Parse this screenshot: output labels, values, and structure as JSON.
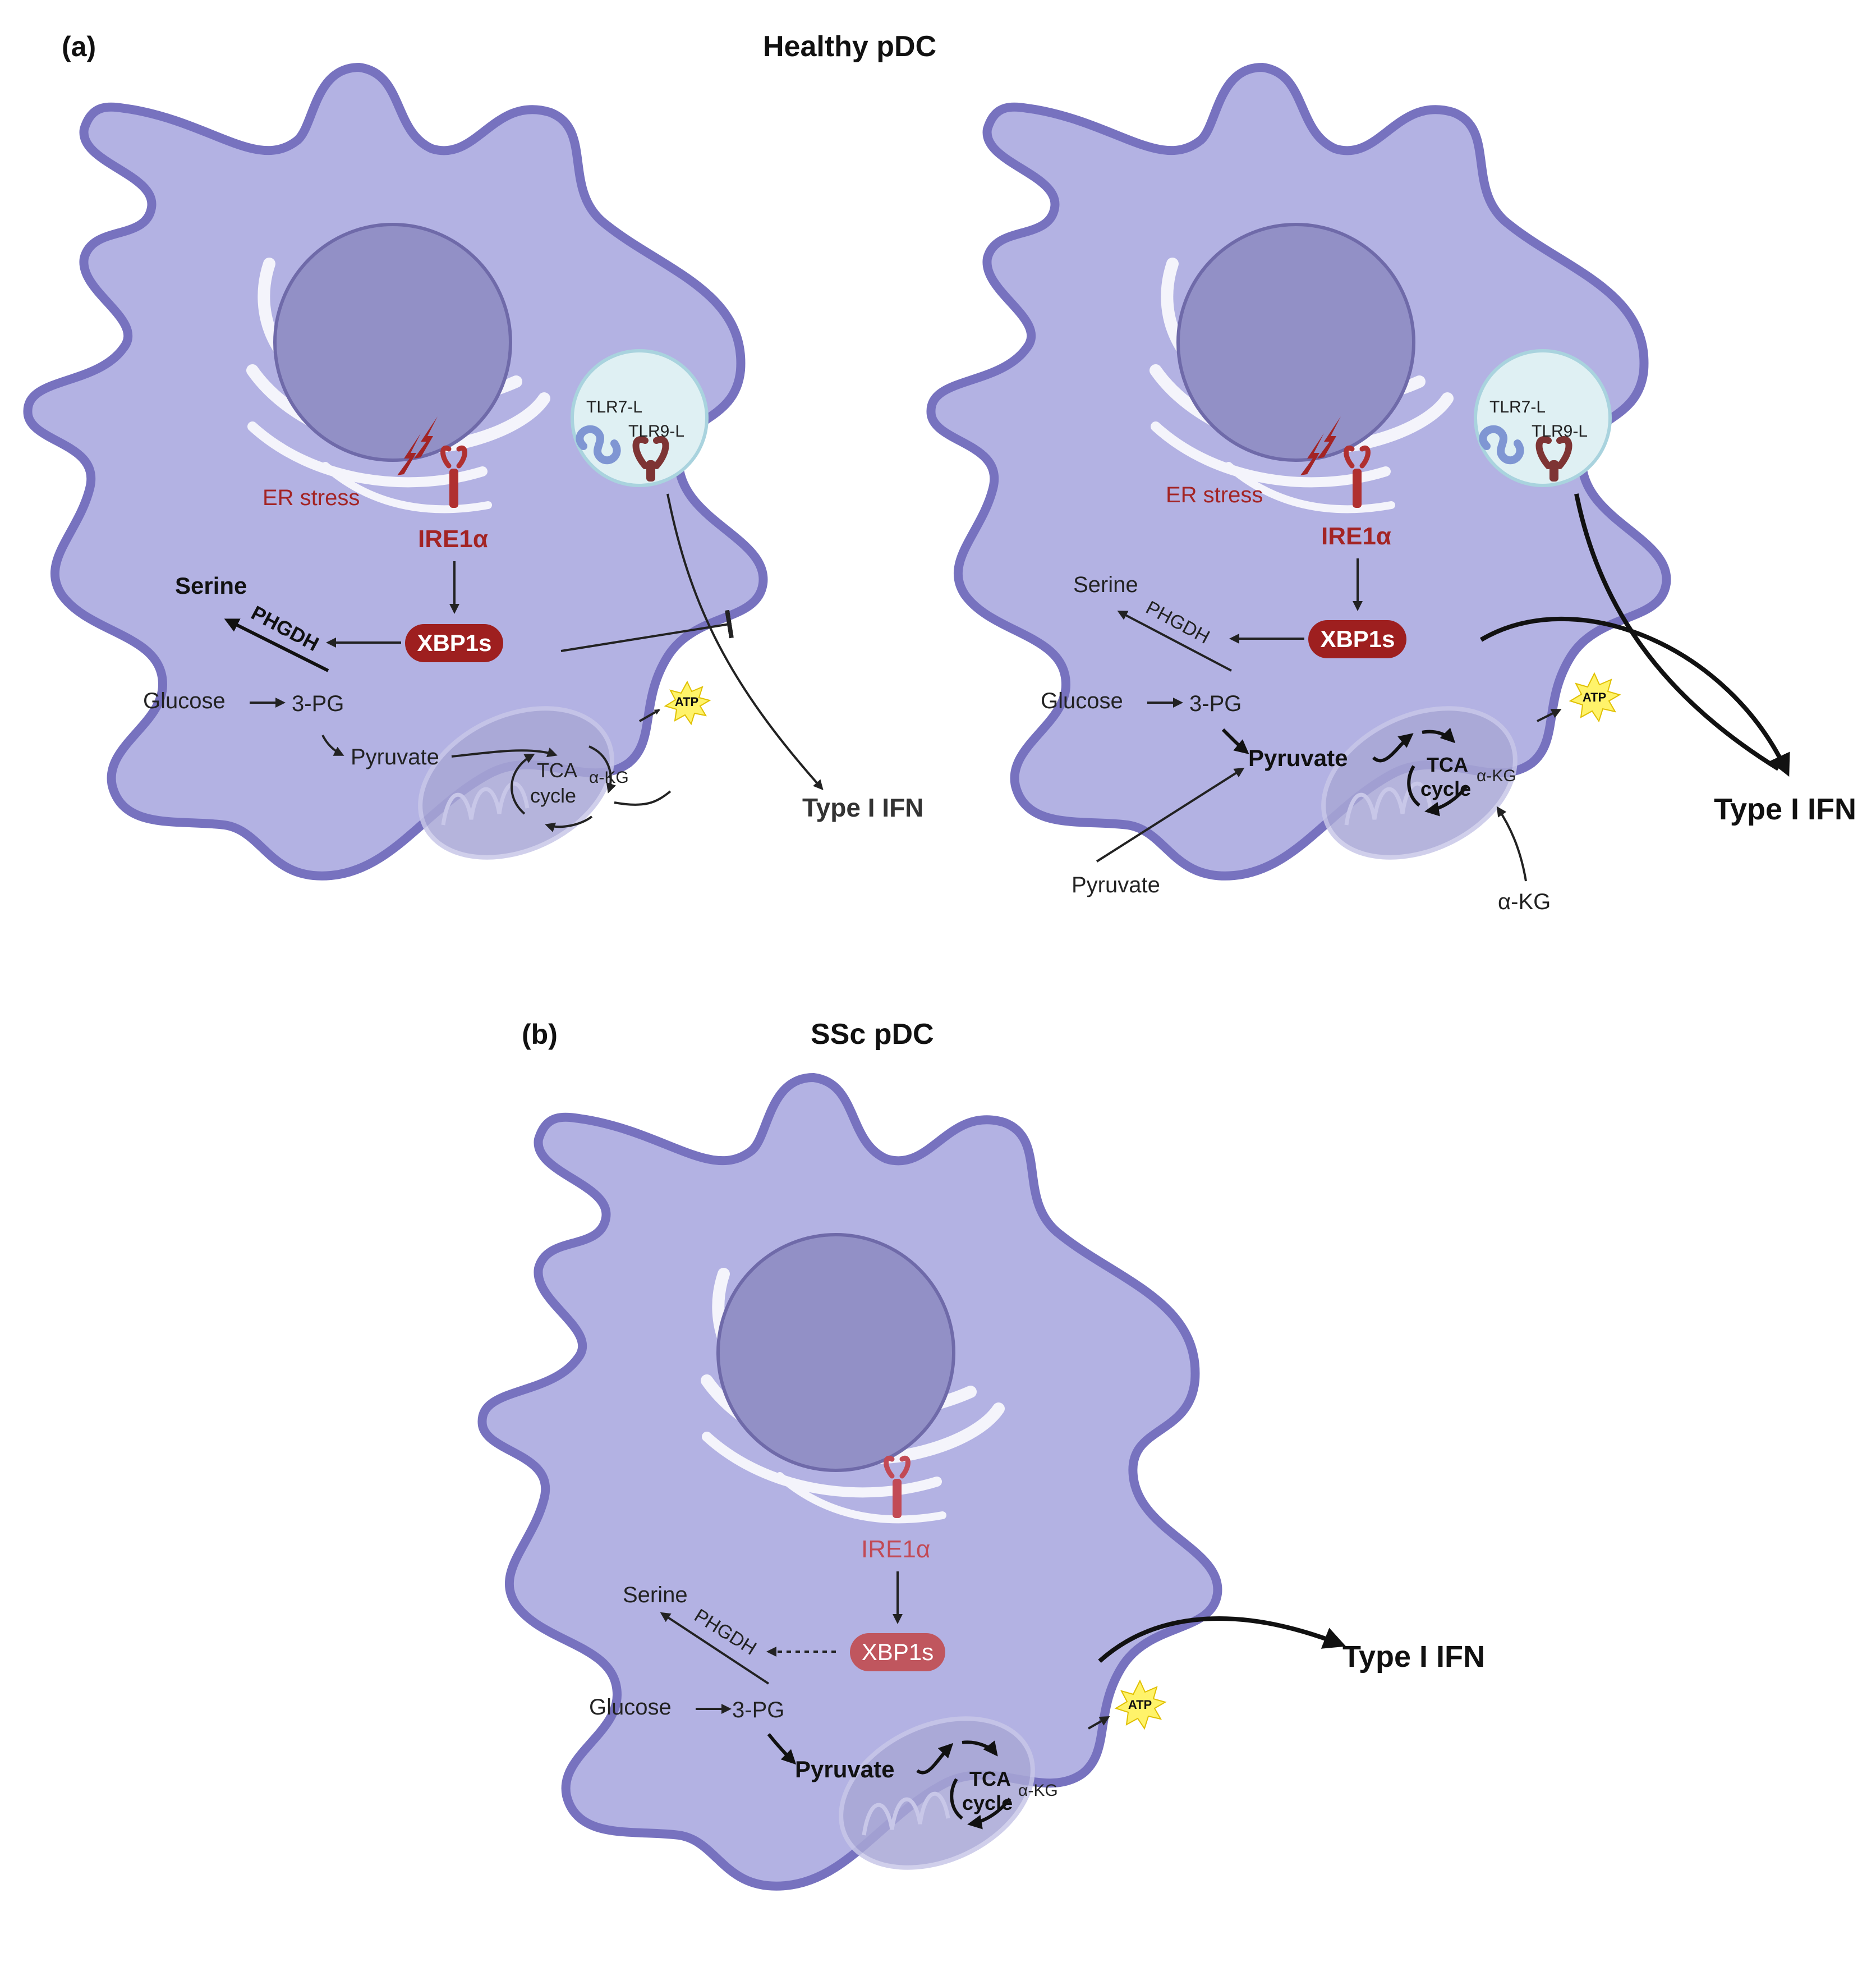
{
  "panel_a": {
    "letter": "(a)",
    "title": "Healthy pDC",
    "left_cell": {
      "tlr7": "TLR7-L",
      "tlr9": "TLR9-L",
      "er_stress": "ER stress",
      "ire1a": "IRE1α",
      "xbp1s": "XBP1s",
      "serine": "Serine",
      "phgdh": "PHGDH",
      "glucose": "Glucose",
      "pg3": "3-PG",
      "pyruvate": "Pyruvate",
      "tca_line1": "TCA",
      "tca_line2": "cycle",
      "akg": "α-KG",
      "atp": "ATP",
      "ifn": "Type I IFN"
    },
    "right_cell": {
      "tlr7": "TLR7-L",
      "tlr9": "TLR9-L",
      "er_stress": "ER stress",
      "ire1a": "IRE1α",
      "xbp1s": "XBP1s",
      "serine": "Serine",
      "phgdh": "PHGDH",
      "glucose": "Glucose",
      "pg3": "3-PG",
      "pyruvate": "Pyruvate",
      "tca_line1": "TCA",
      "tca_line2": "cycle",
      "akg": "α-KG",
      "atp": "ATP",
      "ifn": "Type I IFN",
      "pyruvate_ext": "Pyruvate",
      "akg_ext": "α-KG"
    }
  },
  "panel_b": {
    "letter": "(b)",
    "title": "SSc pDC",
    "cell": {
      "ire1a": "IRE1α",
      "xbp1s": "XBP1s",
      "serine": "Serine",
      "phgdh": "PHGDH",
      "glucose": "Glucose",
      "pg3": "3-PG",
      "pyruvate": "Pyruvate",
      "tca_line1": "TCA",
      "tca_line2": "cycle",
      "akg": "α-KG",
      "atp": "ATP",
      "ifn": "Type I IFN"
    }
  },
  "colors": {
    "cell_fill": "#b3b2e3",
    "cell_border": "#7772bf",
    "nucleus": "#9290c6",
    "xbp1s_dark": "#9e1f1f",
    "xbp1s_light": "#c0565e",
    "ire1a_red": "#a32424",
    "atp_yellow": "#fff36a",
    "tlr7_blue": "#7f96d3",
    "tlr9_brown": "#7e3434"
  }
}
